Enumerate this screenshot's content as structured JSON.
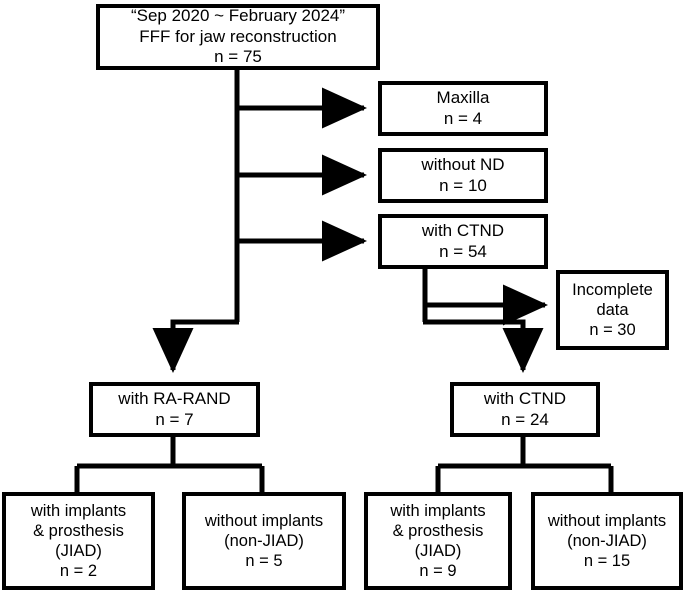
{
  "diagram": {
    "title": "FFF jaw reconstruction patient flow diagram",
    "type": "flowchart",
    "stroke_color": "#000000",
    "background_color": "#ffffff",
    "nodes": {
      "cohort": {
        "id": "cohort",
        "lines": [
          "“Sep 2020 ~ February 2024”",
          "FFF for jaw reconstruction",
          "n = 75"
        ],
        "n": 75
      },
      "maxilla": {
        "id": "maxilla",
        "lines": [
          "Maxilla",
          "n = 4"
        ],
        "n": 4
      },
      "without_nd": {
        "id": "without-nd",
        "lines": [
          "without ND",
          "n = 10"
        ],
        "n": 10
      },
      "with_ctnd_54": {
        "id": "with-ctnd-54",
        "lines": [
          "with CTND",
          "n = 54"
        ],
        "n": 54
      },
      "incomplete_data": {
        "id": "incomplete-data",
        "lines": [
          "Incomplete",
          "data",
          "n = 30"
        ],
        "n": 30
      },
      "with_ra_rand": {
        "id": "with-ra-rand",
        "lines": [
          "with RA-RAND",
          "n = 7"
        ],
        "n": 7
      },
      "with_ctnd_24": {
        "id": "with-ctnd-24",
        "lines": [
          "with CTND",
          "n = 24"
        ],
        "n": 24
      },
      "left_jiad": {
        "id": "left-jiad",
        "lines": [
          "with implants",
          "& prosthesis",
          "(JIAD)",
          "n = 2"
        ],
        "n": 2
      },
      "left_non_jiad": {
        "id": "left-non-jiad",
        "lines": [
          "without implants",
          "(non-JIAD)",
          "n = 5"
        ],
        "n": 5
      },
      "right_jiad": {
        "id": "right-jiad",
        "lines": [
          "with implants",
          "& prosthesis",
          "(JIAD)",
          "n = 9"
        ],
        "n": 9
      },
      "right_non_jiad": {
        "id": "right-non-jiad",
        "lines": [
          "without implants",
          "(non-JIAD)",
          "n = 15"
        ],
        "n": 15
      }
    }
  }
}
